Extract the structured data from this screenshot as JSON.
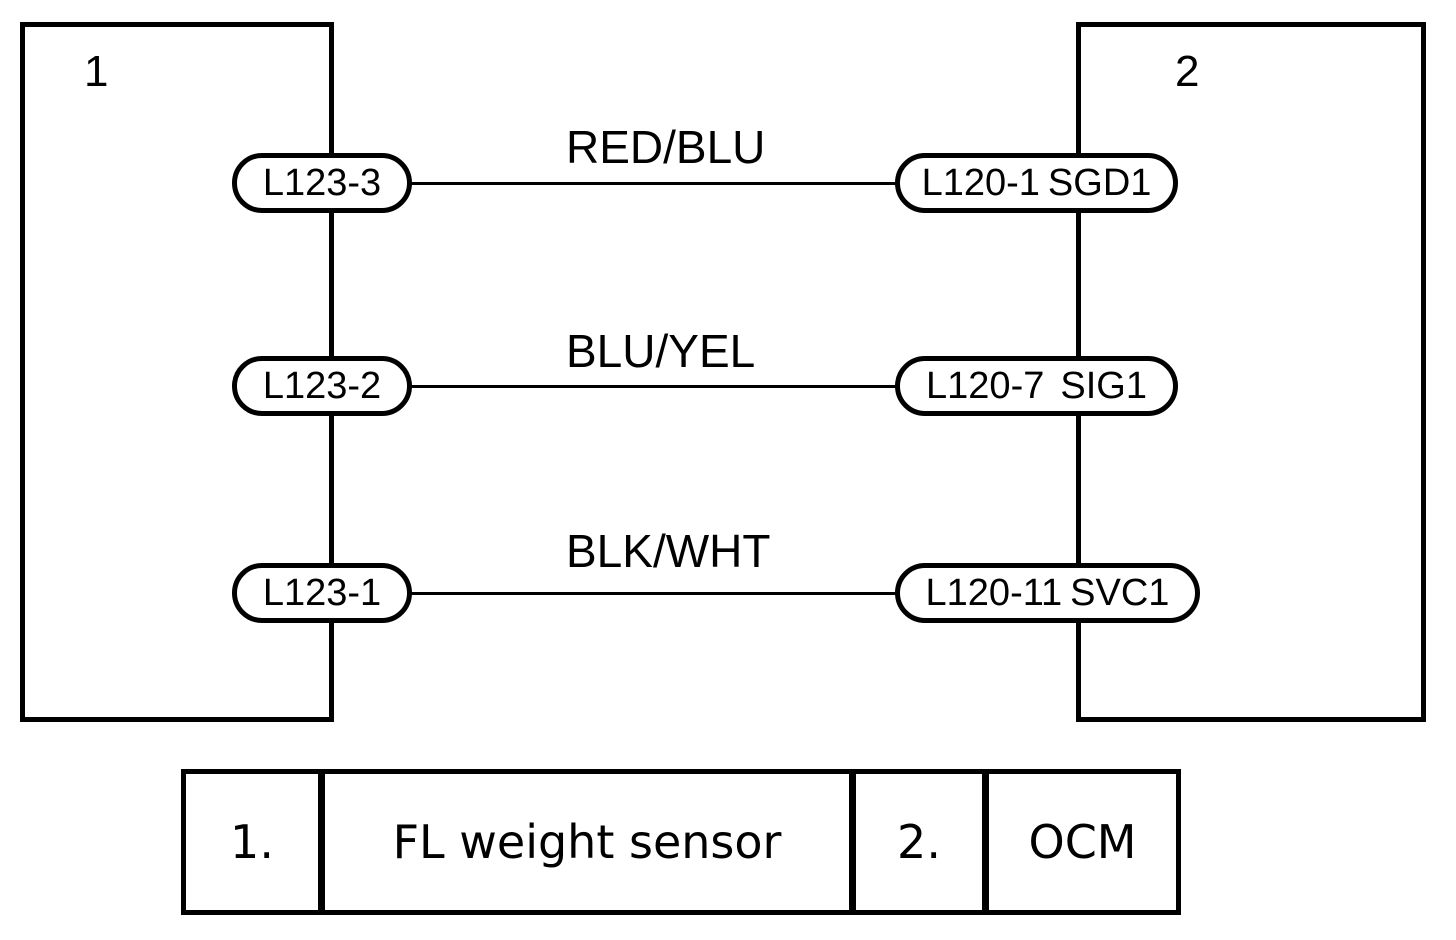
{
  "components": [
    {
      "number": "1"
    },
    {
      "number": "2"
    }
  ],
  "wires": [
    {
      "color": "RED/BLU",
      "from_pin": "L123-3",
      "to_pin": "L120-1",
      "to_signal": "SGD1"
    },
    {
      "color": "BLU/YEL",
      "from_pin": "L123-2",
      "to_pin": "L120-7",
      "to_signal": "SIG1"
    },
    {
      "color": "BLK/WHT",
      "from_pin": "L123-1",
      "to_pin": "L120-11",
      "to_signal": "SVC1"
    }
  ],
  "legend": [
    {
      "number": "1.",
      "name": "FL weight sensor"
    },
    {
      "number": "2.",
      "name": "OCM"
    }
  ]
}
